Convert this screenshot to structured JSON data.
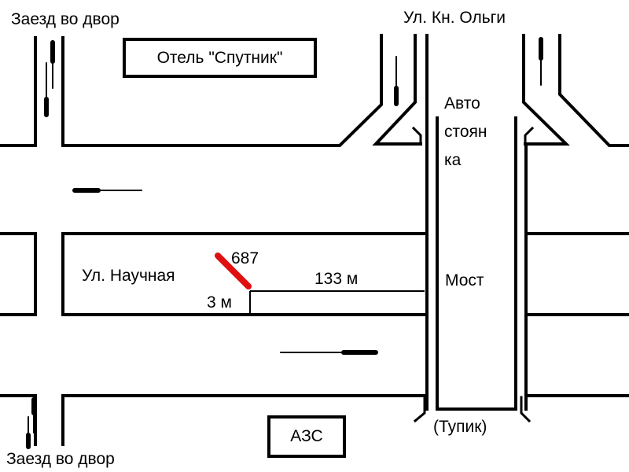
{
  "labels": {
    "entrance_top": "Заезд во двор",
    "entrance_bottom": "Заезд во двор",
    "hotel": "Отель \"Спутник\"",
    "street_olga": "Ул. Кн. Ольги",
    "parking_line1": "Авто",
    "parking_line2": "стоян",
    "parking_line3": "ка",
    "street_nauchnaya": "Ул. Научная",
    "marker_number": "687",
    "distance_long": "133 м",
    "distance_short": "3 м",
    "bridge": "Мост",
    "gas_station": "АЗС",
    "dead_end": "(Тупик)"
  },
  "colors": {
    "marker": "#e01010",
    "lines": "#000000"
  }
}
